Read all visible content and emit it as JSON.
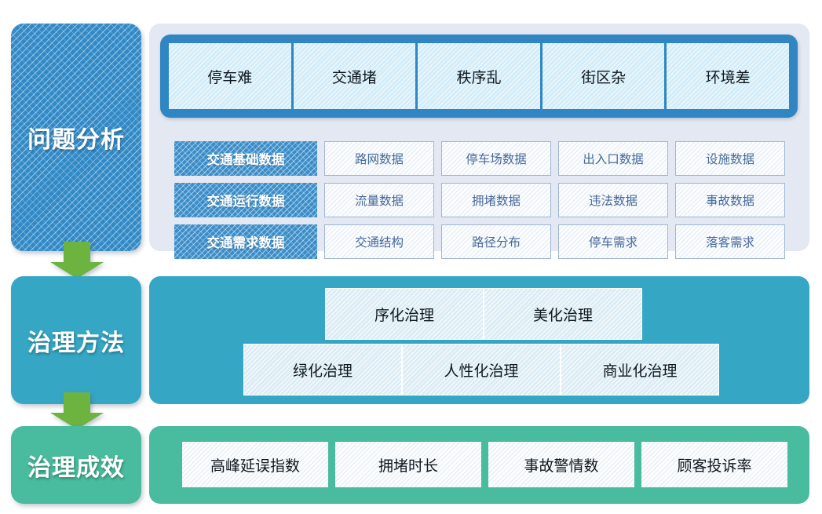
{
  "colors": {
    "stage_problem_blue": "#3189c6",
    "stage_method_teal": "#35a7c4",
    "stage_effect_green": "#49bb9e",
    "arrow_green": "#6cb33f",
    "panel_lavender": "#e3e8f2",
    "problem_frame_blue": "#2f86c2",
    "cell_text_blue": "#47699a",
    "box_lightblue": "#d2ecf8"
  },
  "stages": [
    {
      "label": "问题分析",
      "name": "stage-problem"
    },
    {
      "label": "治理方法",
      "name": "stage-method"
    },
    {
      "label": "治理成效",
      "name": "stage-effect"
    }
  ],
  "problem_section": {
    "problems": [
      {
        "label": "停车难"
      },
      {
        "label": "交通堵"
      },
      {
        "label": "秩序乱"
      },
      {
        "label": "街区杂"
      },
      {
        "label": "环境差"
      }
    ],
    "data_rows": [
      {
        "label": "交通基础数据",
        "cells": [
          "路网数据",
          "停车场数据",
          "出入口数据",
          "设施数据"
        ]
      },
      {
        "label": "交通运行数据",
        "cells": [
          "流量数据",
          "拥堵数据",
          "违法数据",
          "事故数据"
        ]
      },
      {
        "label": "交通需求数据",
        "cells": [
          "交通结构",
          "路径分布",
          "停车需求",
          "落客需求"
        ]
      }
    ]
  },
  "method_section": {
    "row1": [
      {
        "label": "序化治理"
      },
      {
        "label": "美化治理"
      }
    ],
    "row2": [
      {
        "label": "绿化治理"
      },
      {
        "label": "人性化治理"
      },
      {
        "label": "商业化治理"
      }
    ]
  },
  "effect_section": {
    "metrics": [
      {
        "label": "高峰延误指数"
      },
      {
        "label": "拥堵时长"
      },
      {
        "label": "事故警情数"
      },
      {
        "label": "顾客投诉率"
      }
    ]
  }
}
